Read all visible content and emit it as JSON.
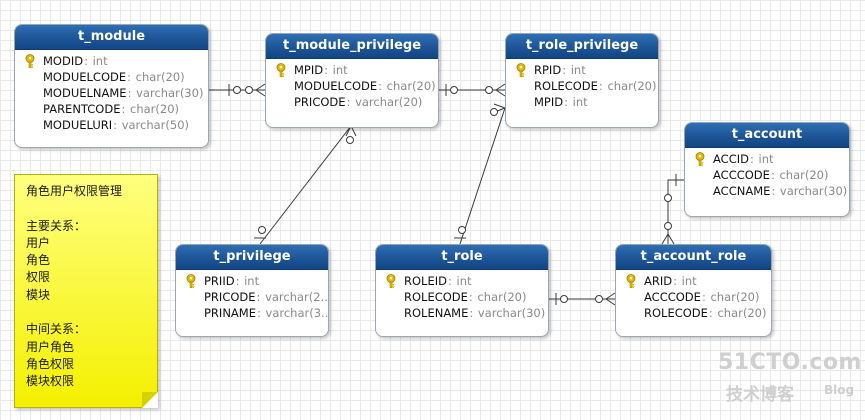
{
  "tables": {
    "t_module": {
      "name": "t_module",
      "fields": [
        {
          "name": "MODID",
          "type": "int",
          "pk": true
        },
        {
          "name": "MODUELCODE",
          "type": "char(20)",
          "pk": false
        },
        {
          "name": "MODUELNAME",
          "type": "varchar(30)",
          "pk": false
        },
        {
          "name": "PARENTCODE",
          "type": "char(20)",
          "pk": false
        },
        {
          "name": "MODUELURI",
          "type": "varchar(50)",
          "pk": false
        }
      ]
    },
    "t_module_privilege": {
      "name": "t_module_privilege",
      "fields": [
        {
          "name": "MPID",
          "type": "int",
          "pk": true
        },
        {
          "name": "MODUELCODE",
          "type": "char(20)",
          "pk": false
        },
        {
          "name": "PRICODE",
          "type": "varchar(20)",
          "pk": false
        }
      ]
    },
    "t_role_privilege": {
      "name": "t_role_privilege",
      "fields": [
        {
          "name": "RPID",
          "type": "int",
          "pk": true
        },
        {
          "name": "ROLECODE",
          "type": "char(20)",
          "pk": false
        },
        {
          "name": "MPID",
          "type": "int",
          "pk": false
        }
      ]
    },
    "t_account": {
      "name": "t_account",
      "fields": [
        {
          "name": "ACCID",
          "type": "int",
          "pk": true
        },
        {
          "name": "ACCCODE",
          "type": "char(20)",
          "pk": false
        },
        {
          "name": "ACCNAME",
          "type": "varchar(30)",
          "pk": false
        }
      ]
    },
    "t_privilege": {
      "name": "t_privilege",
      "fields": [
        {
          "name": "PRIID",
          "type": "int",
          "pk": true
        },
        {
          "name": "PRICODE",
          "type": "varchar(2...",
          "pk": false
        },
        {
          "name": "PRINAME",
          "type": "varchar(3...",
          "pk": false
        }
      ]
    },
    "t_role": {
      "name": "t_role",
      "fields": [
        {
          "name": "ROLEID",
          "type": "int",
          "pk": true
        },
        {
          "name": "ROLECODE",
          "type": "char(20)",
          "pk": false
        },
        {
          "name": "ROLENAME",
          "type": "varchar(30)",
          "pk": false
        }
      ]
    },
    "t_account_role": {
      "name": "t_account_role",
      "fields": [
        {
          "name": "ARID",
          "type": "int",
          "pk": true
        },
        {
          "name": "ACCCODE",
          "type": "char(20)",
          "pk": false
        },
        {
          "name": "ROLECODE",
          "type": "char(20)",
          "pk": false
        }
      ]
    }
  },
  "note": {
    "lines": [
      "角色用户权限管理",
      "",
      "主要关系：",
      "用户",
      "角色",
      "权限",
      "模块",
      "",
      "中间关系：",
      "用户角色",
      "角色权限",
      "模块权限"
    ]
  },
  "watermark": {
    "site": "51CTO.com",
    "sub": "技术博客",
    "blog": "Blog"
  },
  "colors": {
    "header": "#1d5597",
    "key": "#e8b800",
    "note": "#ffff80",
    "line": "#3a3a3a"
  }
}
